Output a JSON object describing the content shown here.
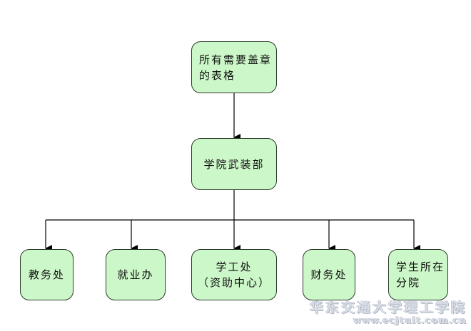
{
  "diagram": {
    "type": "flowchart",
    "colors": {
      "node_fill": "#ccf7c8",
      "node_border": "#2b3a2b",
      "edge": "#000000",
      "background": "#ffffff"
    },
    "nodes": {
      "root": {
        "lines": [
          "所有需要盖章",
          "的表格"
        ]
      },
      "middle": {
        "lines": [
          "学院武装部"
        ]
      },
      "children": [
        {
          "lines": [
            "教务处"
          ]
        },
        {
          "lines": [
            "就业办"
          ]
        },
        {
          "lines": [
            "学工处",
            "（资助中心）"
          ]
        },
        {
          "lines": [
            "财务处"
          ]
        },
        {
          "lines": [
            "学生所在",
            "分院"
          ]
        }
      ]
    },
    "edges": [
      {
        "from": "所有需要盖章的表格",
        "to": "学院武装部"
      },
      {
        "from": "学院武装部",
        "to": "教务处"
      },
      {
        "from": "学院武装部",
        "to": "就业办"
      },
      {
        "from": "学院武装部",
        "to": "学工处（资助中心）"
      },
      {
        "from": "学院武装部",
        "to": "财务处"
      },
      {
        "from": "学院武装部",
        "to": "学生所在分院"
      }
    ]
  },
  "watermark": {
    "name": "华东交通大学理工学院",
    "url": "www.ecjtuit.com.cn"
  }
}
